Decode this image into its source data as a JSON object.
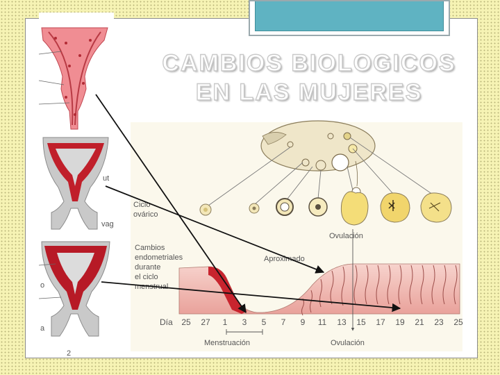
{
  "title": {
    "line1": "CAMBIOS BIOLOGICOS",
    "line2": "EN LAS MUJERES"
  },
  "diagram": {
    "ovarian_cycle_label": [
      "Ciclo",
      "ovárico"
    ],
    "endometrial_label": [
      "Cambios",
      "endometriales",
      "durante",
      "el ciclo",
      "menstrual"
    ],
    "approx_label": "Aproximado",
    "ovulation_top": "Ovulación",
    "ovulation_bottom": "Ovulación",
    "menstruation_label": "Menstruación",
    "day_label": "Día",
    "days": [
      "25",
      "27",
      "1",
      "3",
      "5",
      "7",
      "9",
      "11",
      "13",
      "15",
      "17",
      "19",
      "21",
      "23",
      "25"
    ],
    "uterus_side_labels": [
      "ut",
      "vag",
      "o",
      "a",
      "2"
    ]
  },
  "colors": {
    "accent": "#5fb3c2",
    "endometrium": "#c8242e",
    "tissue": "#f2b7b1"
  }
}
